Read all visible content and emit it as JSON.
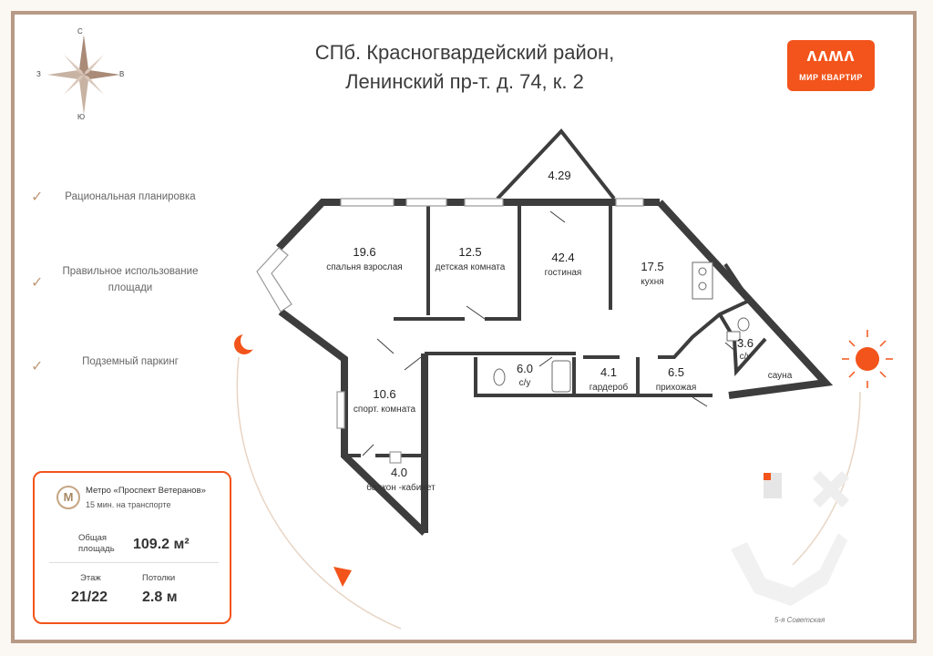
{
  "title": {
    "line1": "СПб. Красногвардейский район,",
    "line2": "Ленинский пр-т. д. 74, к. 2"
  },
  "logo": {
    "mark": "ʌʌʍʌ",
    "text": "МИР КВАРТИР",
    "color": "#f2541b"
  },
  "compass": {
    "north": "С",
    "south": "Ю",
    "west": "З",
    "east": "В"
  },
  "features": [
    {
      "text": "Рациональная планировка"
    },
    {
      "text": "Правильное использование площади"
    },
    {
      "text": "Подземный паркинг"
    }
  ],
  "info": {
    "metro_name": "Метро «Проспект Ветеранов»",
    "metro_time": "15 мин. на транспорте",
    "area_label": "Общая площадь",
    "area_value": "109.2 м²",
    "floor_label": "Этаж",
    "floor_value": "21/22",
    "ceiling_label": "Потолки",
    "ceiling_value": "2.8 м"
  },
  "rooms": [
    {
      "area": "4.29",
      "name": ""
    },
    {
      "area": "19.6",
      "name": "спальня взрослая"
    },
    {
      "area": "12.5",
      "name": "детская комната"
    },
    {
      "area": "42.4",
      "name": "гостиная"
    },
    {
      "area": "17.5",
      "name": "кухня"
    },
    {
      "area": "3.6",
      "name": "с/у"
    },
    {
      "area": "",
      "name": "сауна"
    },
    {
      "area": "6.0",
      "name": "с/у"
    },
    {
      "area": "4.1",
      "name": "гардероб"
    },
    {
      "area": "6.5",
      "name": "прихожая"
    },
    {
      "area": "10.6",
      "name": "спорт. комната"
    },
    {
      "area": "4.0",
      "name": "балкон -кабинет"
    }
  ],
  "map": {
    "street": "5-я Советская"
  },
  "colors": {
    "accent": "#f2541b",
    "frame": "#b79a86",
    "wall": "#3d3d3d"
  }
}
